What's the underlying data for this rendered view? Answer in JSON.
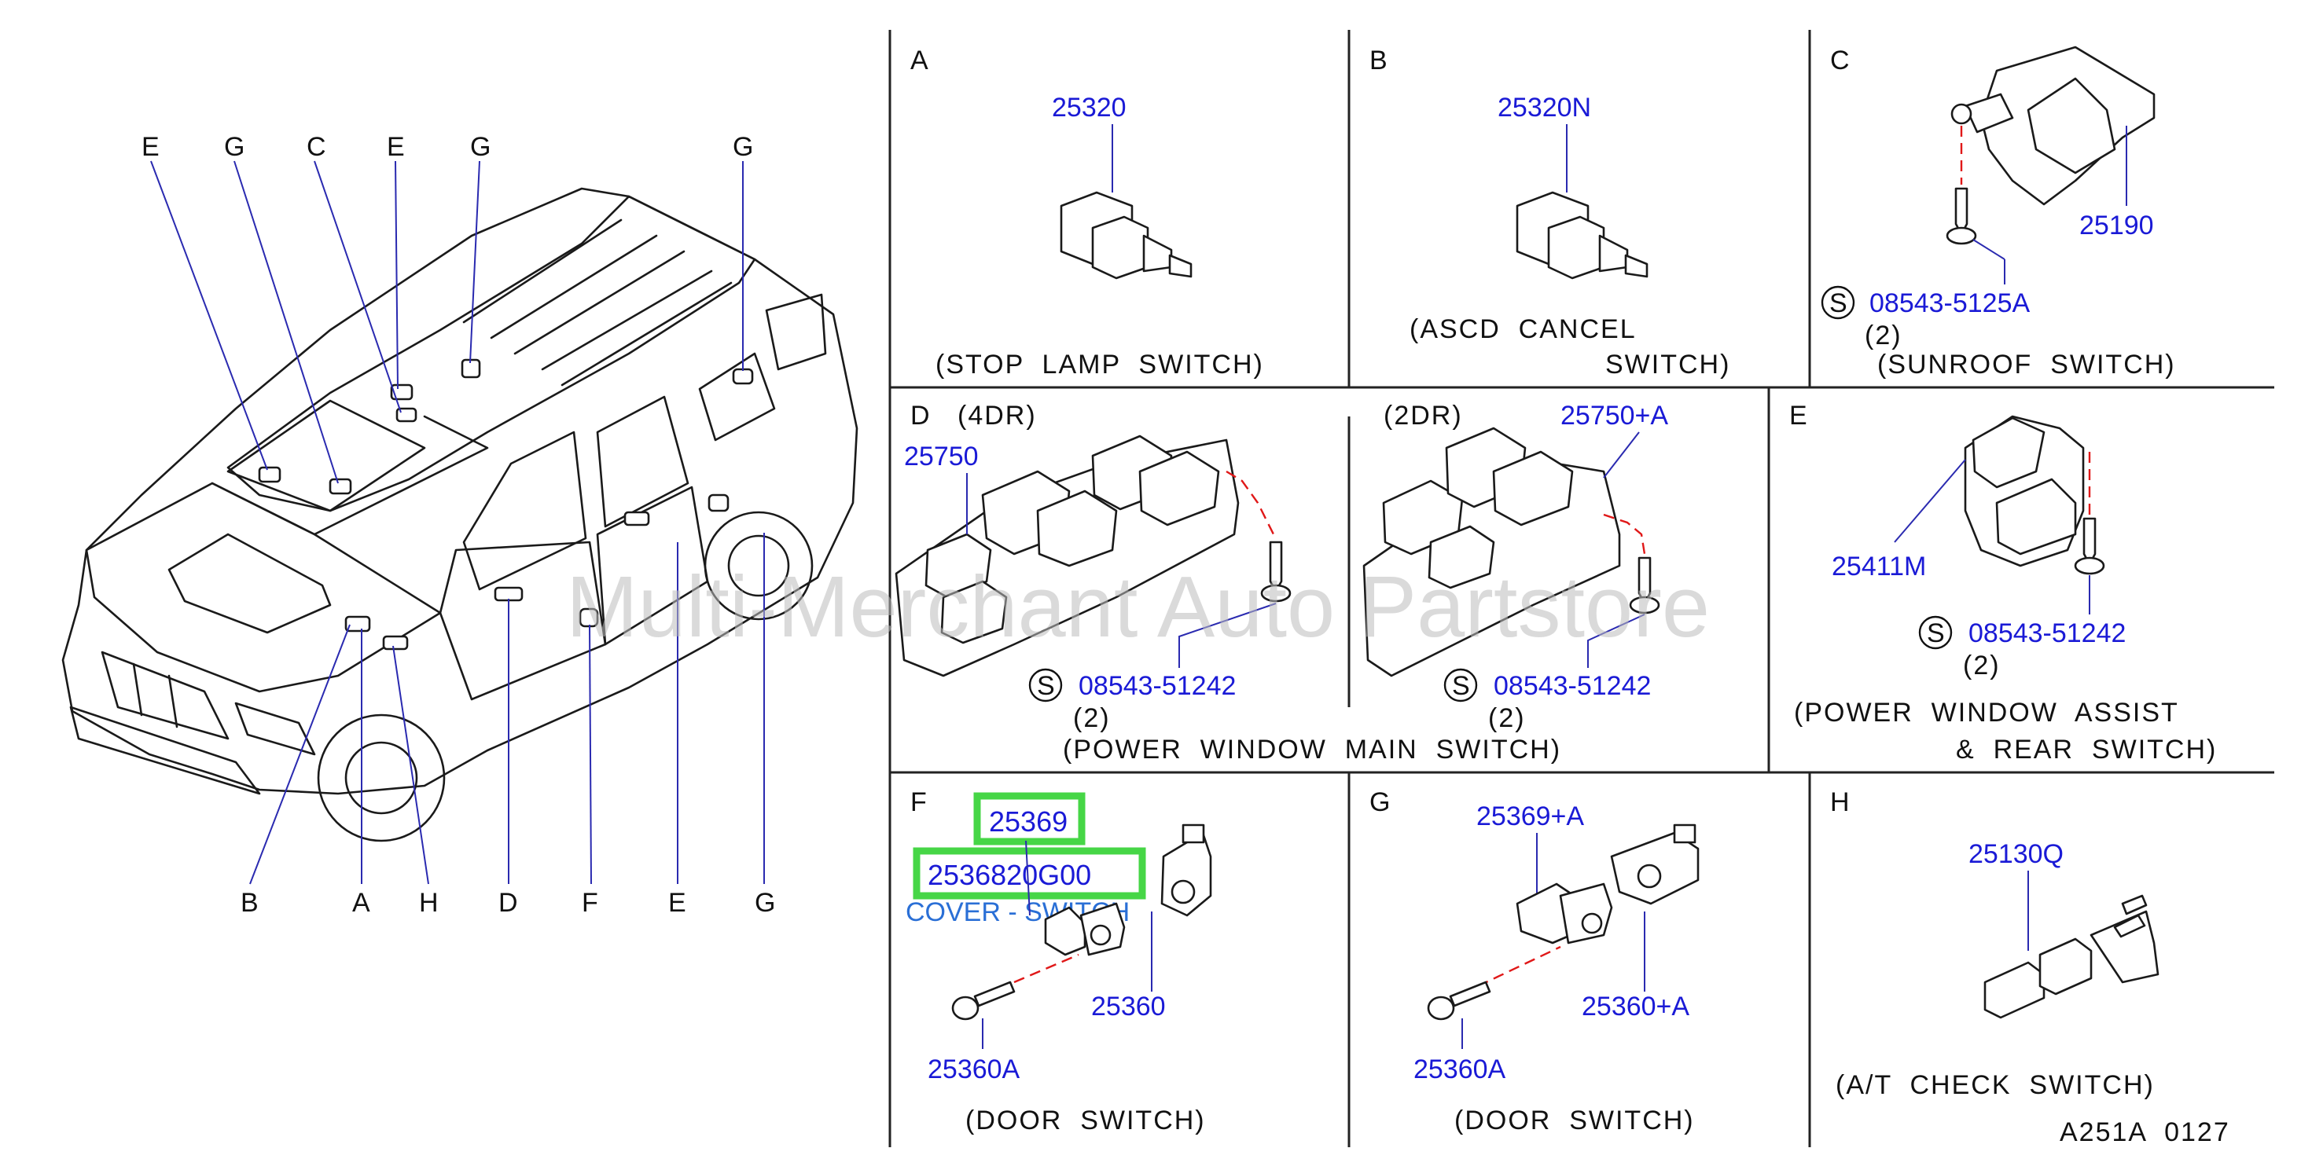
{
  "watermark": "Multi-Merchant Auto Partstore",
  "vehicle_callouts": {
    "top": [
      "E",
      "G",
      "C",
      "E",
      "G",
      "G"
    ],
    "bottom": [
      "B",
      "A",
      "H",
      "D",
      "F",
      "E",
      "G"
    ]
  },
  "panels": {
    "A": {
      "letter": "A",
      "parts": [
        "25320"
      ],
      "caption": "(STOP  LAMP  SWITCH)"
    },
    "B": {
      "letter": "B",
      "parts": [
        "25320N"
      ],
      "caption_line1": "(ASCD  CANCEL",
      "caption_line2": "SWITCH)"
    },
    "C": {
      "letter": "C",
      "parts": [
        "25190",
        "08543-5125A"
      ],
      "std_mark": "S",
      "qty": "(2)",
      "caption": "(SUNROOF  SWITCH)"
    },
    "D": {
      "letter": "D",
      "variant_4dr": "(4DR)",
      "variant_2dr": "(2DR)",
      "parts": [
        "25750",
        "25750+A",
        "08543-51242",
        "08543-51242"
      ],
      "std_mark": "S",
      "qty": "(2)",
      "caption": "(POWER  WINDOW  MAIN  SWITCH)"
    },
    "E": {
      "letter": "E",
      "parts": [
        "25411M",
        "08543-51242"
      ],
      "std_mark": "S",
      "qty": "(2)",
      "caption_line1": "(POWER  WINDOW  ASSIST",
      "caption_line2": "&  REAR  SWITCH)"
    },
    "F": {
      "letter": "F",
      "parts": [
        "25369",
        "2536820G00",
        "25360",
        "25360A"
      ],
      "cover_note": "COVER - SWITCH",
      "caption": "(DOOR  SWITCH)"
    },
    "G": {
      "letter": "G",
      "parts": [
        "25369+A",
        "25360+A",
        "25360A"
      ],
      "caption": "(DOOR  SWITCH)"
    },
    "H": {
      "letter": "H",
      "parts": [
        "25130Q"
      ],
      "caption": "(A/T  CHECK  SWITCH)"
    }
  },
  "diagram_code": "A251A  0127",
  "colors": {
    "part_number": "#1a1ad6",
    "highlight": "#46d646",
    "cover_note": "#2a6fd6",
    "installation_dash": "#e01818"
  }
}
